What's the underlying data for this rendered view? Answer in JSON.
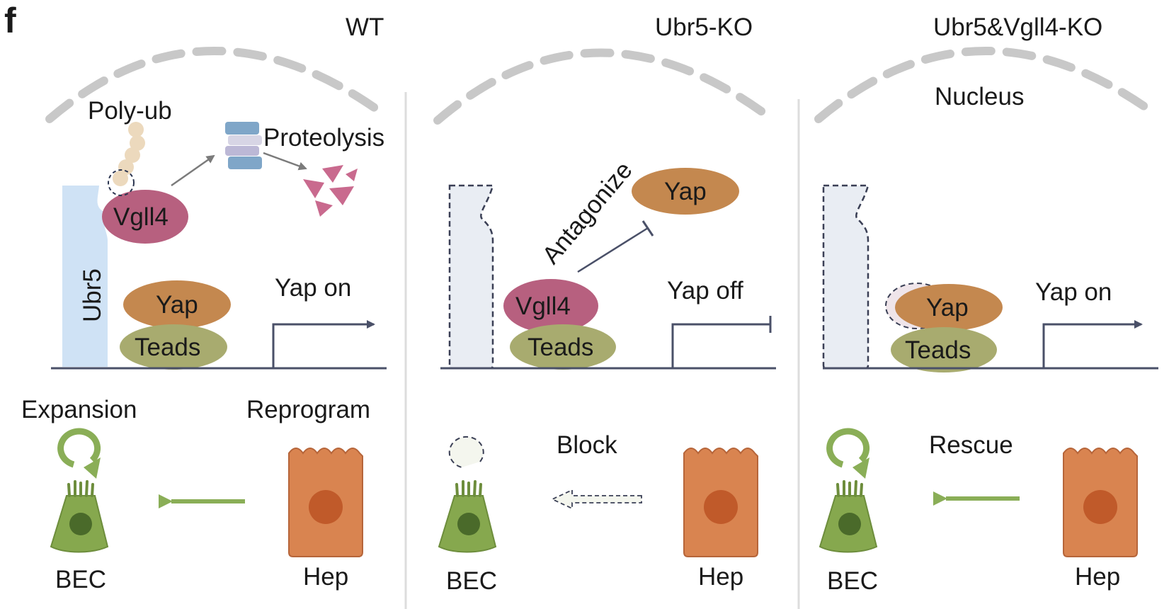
{
  "panel_letter": "f",
  "colors": {
    "ubr5": "#cfe2f5",
    "vgll4": "#b7607f",
    "yap": "#c4884f",
    "teads": "#a8ab6f",
    "bec": "#86a84e",
    "hep": "#d98450",
    "hep_nucleus": "#c05a2a",
    "bec_nucleus": "#4a6a2a",
    "dna_line": "#4a5068",
    "arrow_green": "#8aae57",
    "nucleus_dash": "#c8c8c8",
    "divider": "#dddddd"
  },
  "panels": [
    {
      "title": "WT",
      "labels": {
        "polyub": "Poly-ub",
        "proteolysis": "Proteolysis",
        "ubr5": "Ubr5",
        "vgll4": "Vgll4",
        "yap": "Yap",
        "teads": "Teads",
        "status": "Yap on",
        "lineage_left": "Expansion",
        "lineage_right": "Reprogram",
        "bec": "BEC",
        "hep": "Hep"
      }
    },
    {
      "title": "Ubr5-KO",
      "labels": {
        "antagonize": "Antagonize",
        "yap": "Yap",
        "vgll4": "Vgll4",
        "teads": "Teads",
        "status": "Yap off",
        "lineage_center": "Block",
        "bec": "BEC",
        "hep": "Hep"
      }
    },
    {
      "title": "Ubr5&Vgll4-KO",
      "labels": {
        "nucleus": "Nucleus",
        "yap": "Yap",
        "teads": "Teads",
        "status": "Yap on",
        "lineage_center": "Rescue",
        "bec": "BEC",
        "hep": "Hep"
      }
    }
  ]
}
